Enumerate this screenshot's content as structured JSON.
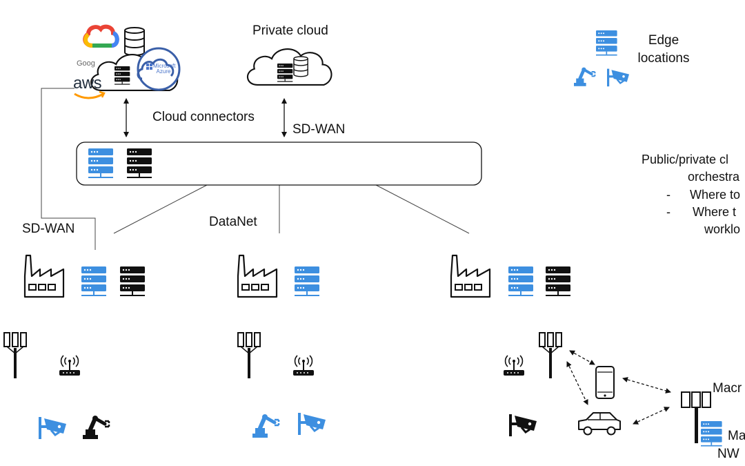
{
  "labels": {
    "private_cloud": "Private cloud",
    "cloud_connectors": "Cloud connectors",
    "sd_wan_top": "SD-WAN",
    "sd_wan_left": "SD-WAN",
    "datanet": "DataNet",
    "edge_line1": "Edge",
    "edge_line2": "locations",
    "orch_line1": "Public/private cl",
    "orch_line2": "orchestra",
    "orch_line3": "Where to",
    "orch_line4": "Where t",
    "orch_line5": "worklo",
    "bullet1": "-",
    "bullet2": "-",
    "macro": "Macr",
    "ma": "Ma",
    "nw": "NW"
  },
  "logos": {
    "aws": "aws",
    "google": "Goog",
    "azure_line1": "Microsoft",
    "azure_line2": "Azure"
  },
  "colors": {
    "accent_blue": "#3d8fe0",
    "black": "#111111",
    "azure_blue": "#4a74c9"
  }
}
